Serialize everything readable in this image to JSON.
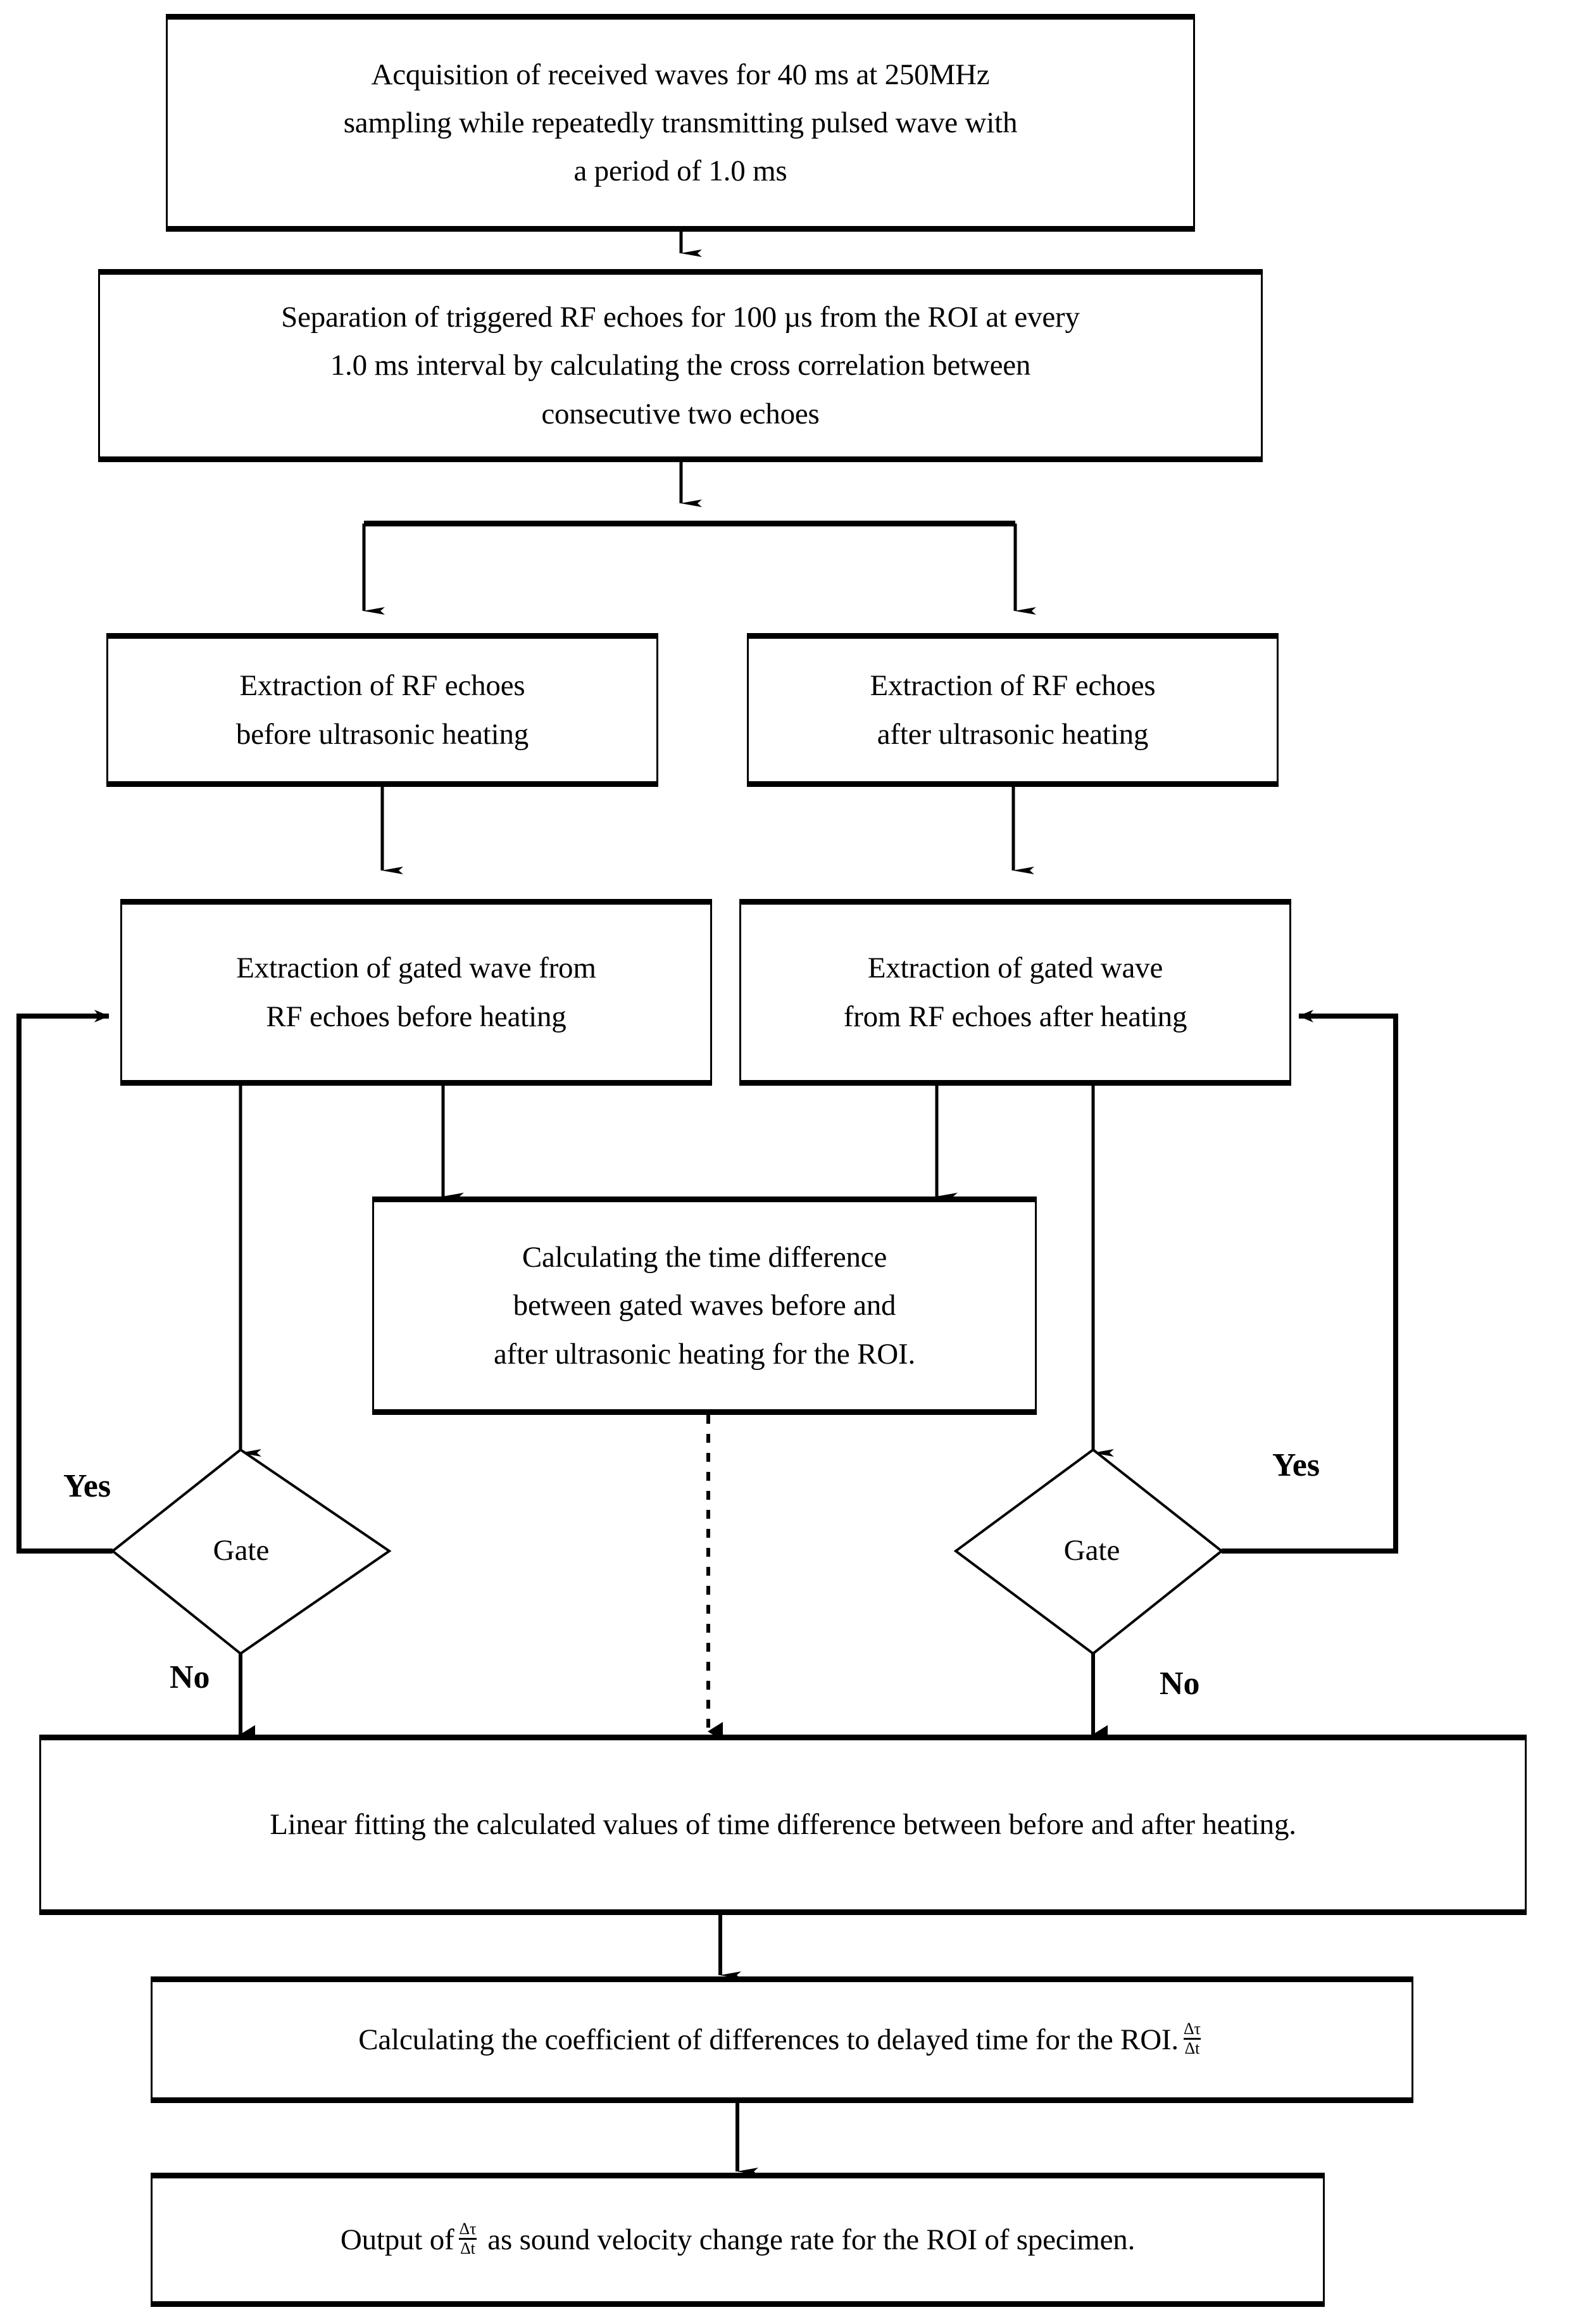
{
  "diagram": {
    "type": "flowchart",
    "title": "Ultrasonic sound velocity change rate measurement flowchart",
    "orientation": "top-to-bottom",
    "background_color": "#ffffff",
    "line_color": "#000000",
    "nodes": {
      "acquisition": {
        "shape": "rectangle",
        "text": "Acquisition of received waves for 40 ms at 250MHz\nsampling while repeatedly transmitting pulsed wave with\na period of 1.0 ms"
      },
      "separation": {
        "shape": "rectangle",
        "text": "Separation of triggered RF echoes for 100 µs from the ROI at every\n1.0 ms interval by calculating the cross correlation between\nconsecutive two echoes"
      },
      "extract_before": {
        "shape": "rectangle",
        "text": "Extraction of RF echoes\nbefore ultrasonic heating"
      },
      "extract_after": {
        "shape": "rectangle",
        "text": "Extraction of RF echoes\nafter ultrasonic heating"
      },
      "gated_before": {
        "shape": "rectangle",
        "text": "Extraction of gated wave from\nRF echoes before heating"
      },
      "gated_after": {
        "shape": "rectangle",
        "text": "Extraction of gated wave\nfrom RF echoes after heating"
      },
      "time_difference": {
        "shape": "rectangle",
        "text": "Calculating the time difference\nbetween gated waves before and\nafter ultrasonic heating for the ROI."
      },
      "gate_left": {
        "shape": "diamond",
        "text": "Gate"
      },
      "gate_right": {
        "shape": "diamond",
        "text": "Gate"
      },
      "linear_fitting": {
        "shape": "rectangle",
        "text": "Linear fitting the calculated values of time difference between before and after heating."
      },
      "coefficient": {
        "shape": "rectangle",
        "text_before": "Calculating the coefficient of differences to delayed time for the ROI.",
        "fraction_numerator": "Δτ",
        "fraction_denominator": "Δt",
        "text_after": ""
      },
      "output": {
        "shape": "rectangle",
        "text_before": "Output of",
        "fraction_numerator": "Δτ",
        "fraction_denominator": "Δt",
        "text_after": "as sound velocity change rate for the ROI of specimen."
      }
    },
    "edge_labels": {
      "gate_left_yes": "Yes",
      "gate_left_no": "No",
      "gate_right_yes": "Yes",
      "gate_right_no": "No"
    },
    "edges": [
      {
        "from": "acquisition",
        "to": "separation",
        "style": "solid",
        "arrow": true
      },
      {
        "from": "separation",
        "to": "extract_before",
        "style": "solid",
        "arrow": true
      },
      {
        "from": "separation",
        "to": "extract_after",
        "style": "solid",
        "arrow": true
      },
      {
        "from": "extract_before",
        "to": "gated_before",
        "style": "solid",
        "arrow": true
      },
      {
        "from": "extract_after",
        "to": "gated_after",
        "style": "solid",
        "arrow": true
      },
      {
        "from": "gated_before",
        "to": "time_difference",
        "style": "solid",
        "arrow": true
      },
      {
        "from": "gated_after",
        "to": "time_difference",
        "style": "solid",
        "arrow": true
      },
      {
        "from": "gated_before",
        "to": "gate_left",
        "style": "solid",
        "arrow": true
      },
      {
        "from": "gated_after",
        "to": "gate_right",
        "style": "solid",
        "arrow": true
      },
      {
        "from": "gate_left",
        "to": "gated_before",
        "style": "solid",
        "arrow": true,
        "label": "Yes"
      },
      {
        "from": "gate_right",
        "to": "gated_after",
        "style": "solid",
        "arrow": true,
        "label": "Yes"
      },
      {
        "from": "gate_left",
        "to": "linear_fitting",
        "style": "solid",
        "arrow": true,
        "label": "No"
      },
      {
        "from": "gate_right",
        "to": "linear_fitting",
        "style": "solid",
        "arrow": true,
        "label": "No"
      },
      {
        "from": "time_difference",
        "to": "linear_fitting",
        "style": "dashed",
        "arrow": true
      },
      {
        "from": "linear_fitting",
        "to": "coefficient",
        "style": "solid",
        "arrow": true
      },
      {
        "from": "coefficient",
        "to": "output",
        "style": "solid",
        "arrow": true
      }
    ]
  }
}
